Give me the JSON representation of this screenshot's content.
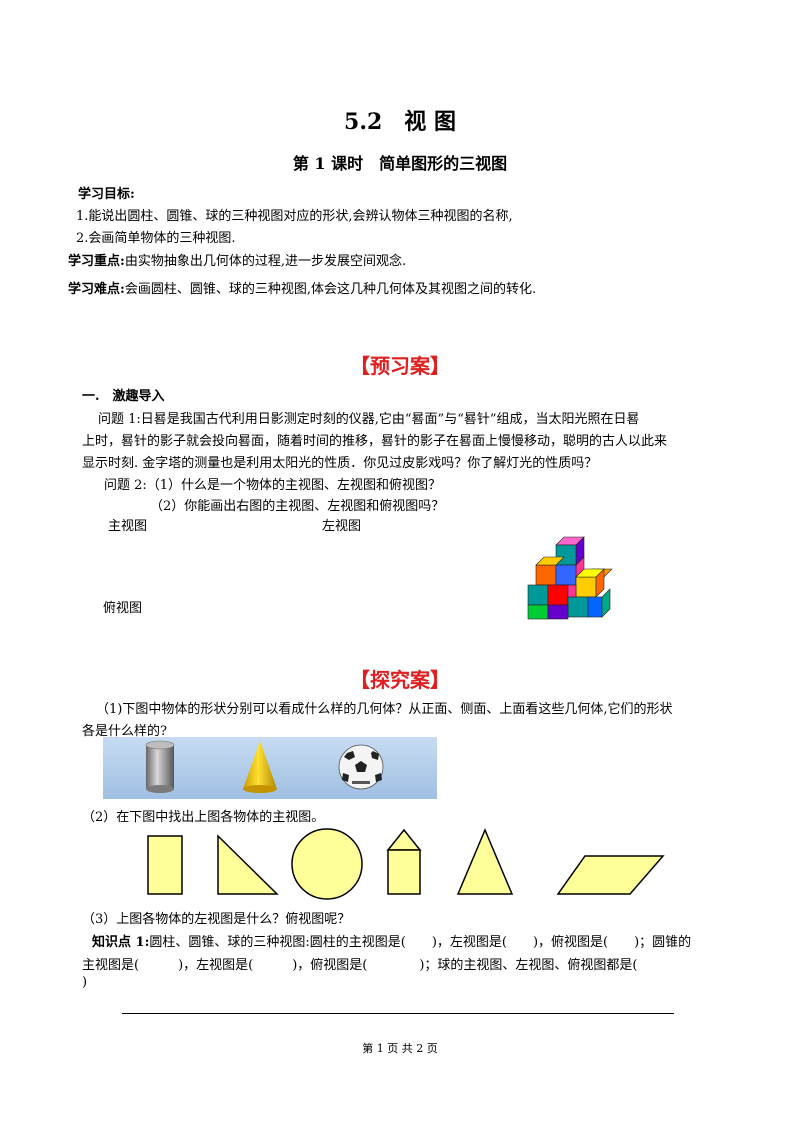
{
  "header": {
    "title": "5.2　视 图",
    "subtitle": "第 1 课时　简单图形的三视图"
  },
  "objectives": {
    "heading": "学习目标:",
    "items": [
      "1.能说出圆柱、圆锥、球的三种视图对应的形状,会辨认物体三种视图的名称,",
      "2.会画简单物体的三种视图."
    ],
    "key_label": "学习重点:",
    "key_text": "由实物抽象出几何体的过程,进一步发展空间观念.",
    "diff_label": "学习难点:",
    "diff_text": "会画圆柱、圆锥、球的三种视图,体会这几种几何体及其视图之间的转化."
  },
  "preview": {
    "section_title": "【预习案】",
    "part_heading": "一.　激趣导入",
    "q1_lines": [
      "问题 1:日晷是我国古代利用日影测定时刻的仪器,它由“晷面”与“晷针”组成，当太阳光照在日晷",
      "上时，晷针的影子就会投向晷面，随着时间的推移，晷针的影子在晷面上慢慢移动，聪明的古人以此来",
      "显示时刻. 金字塔的测量也是利用太阳光的性质．你见过皮影戏吗？你了解灯光的性质吗？"
    ],
    "q2_line1": "问题 2:（1）什么是一个物体的主视图、左视图和俯视图？",
    "q2_line2": "（2）你能画出右图的主视图、左视图和俯视图吗？",
    "label_front": "主视图",
    "label_left": "左视图",
    "label_top": "俯视图"
  },
  "explore": {
    "section_title": "【探究案】",
    "p1_line1": "（1)下图中物体的形状分别可以看成什么样的几何体？从正面、侧面、上面看这些几何体,它们的形状",
    "p1_line2": "各是什么样的?",
    "p2": "（2）在下图中找出上图各物体的主视图。",
    "p3": "（3）上图各物体的左视图是什么？俯视图呢？",
    "kp_label": "知识点 1:",
    "kp_line1": "圆柱、圆锥、球的三种视图:圆柱的主视图是(　　)，左视图是(　　)，俯视图是(　　)；圆锥的",
    "kp_line2": "主视图是(　　　)，左视图是(　　　)，俯视图是(　　　　)；球的主视图、左视图、俯视图都是(",
    "kp_line3": ")"
  },
  "footer": {
    "page_text": "第 1 页 共 2 页"
  },
  "colors": {
    "section_red": "#e02020",
    "shape_fill": "#ffff99",
    "photo_bg": "#b9d3ee"
  },
  "icons": [
    "cube-stack-figure",
    "cylinder-image",
    "cone-image",
    "soccer-ball-image"
  ]
}
